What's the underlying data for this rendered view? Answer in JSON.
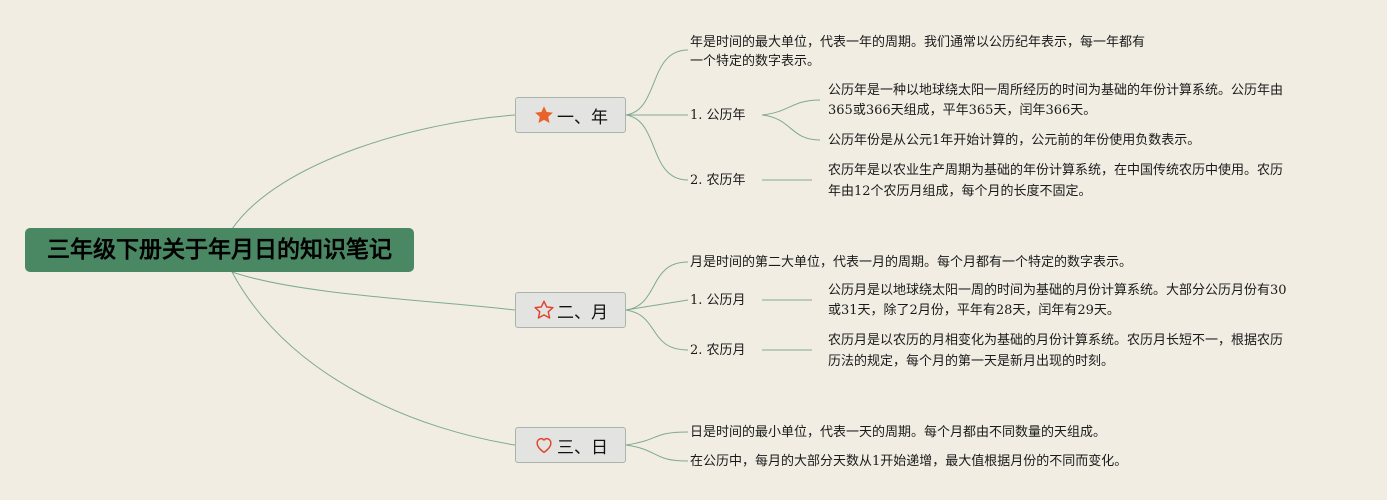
{
  "root": {
    "title": "三年级下册关于年月日的知识笔记"
  },
  "topics": [
    {
      "label": "一、年",
      "icon": "filled-star-icon",
      "intro": [
        "年是时间的最大单位，代表一年的周期。我们通常以公历纪年表示，每一年都有",
        "一个特定的数字表示。"
      ],
      "subs": [
        {
          "label": "1. 公历年",
          "details": [
            [
              "公历年是一种以地球绕太阳一周所经历的时间为基础的年份计算系统。公历年由",
              "365或366天组成，平年365天，闰年366天。"
            ],
            [
              "公历年份是从公元1年开始计算的，公元前的年份使用负数表示。"
            ]
          ]
        },
        {
          "label": "2. 农历年",
          "details": [
            [
              "农历年是以农业生产周期为基础的年份计算系统，在中国传统农历中使用。农历",
              "年由12个农历月组成，每个月的长度不固定。"
            ]
          ]
        }
      ]
    },
    {
      "label": "二、月",
      "icon": "outline-star-icon",
      "intro": [
        "月是时间的第二大单位，代表一月的周期。每个月都有一个特定的数字表示。"
      ],
      "subs": [
        {
          "label": "1. 公历月",
          "details": [
            [
              "公历月是以地球绕太阳一周的时间为基础的月份计算系统。大部分公历月份有30",
              "或31天，除了2月份，平年有28天，闰年有29天。"
            ]
          ]
        },
        {
          "label": "2. 农历月",
          "details": [
            [
              "农历月是以农历的月相变化为基础的月份计算系统。农历月长短不一，根据农历",
              "历法的规定，每个月的第一天是新月出现的时刻。"
            ]
          ]
        }
      ]
    },
    {
      "label": "三、日",
      "icon": "heart-icon",
      "items": [
        "日是时间的最小单位，代表一天的周期。每个月都由不同数量的天组成。",
        "在公历中，每月的大部分天数从1开始递增，最大值根据月份的不同而变化。"
      ]
    }
  ],
  "colors": {
    "background": "#f1ede3",
    "root": "#4a8864",
    "line": "#7fa994",
    "icon_red": "#e0452c",
    "icon_orange": "#e8622b"
  }
}
